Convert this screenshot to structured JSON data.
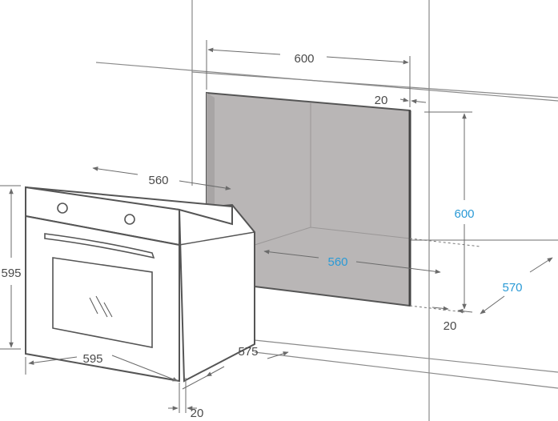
{
  "colors": {
    "line": "#6b6b6b",
    "dim_line": "#777777",
    "cavity": "#b9b6b6",
    "cavity_side": "#a8a5a5",
    "text_dark": "#4a4a4a",
    "text_blue": "#2a9ad6"
  },
  "dimensions": {
    "niche_width": "600",
    "niche_side_gap": "20",
    "niche_height": "600",
    "niche_inner_width": "560",
    "niche_depth": "570",
    "niche_bottom_gap": "20",
    "oven_top_width": "560",
    "oven_height": "595",
    "oven_width": "595",
    "oven_depth": "575",
    "oven_front_depth": "20"
  }
}
